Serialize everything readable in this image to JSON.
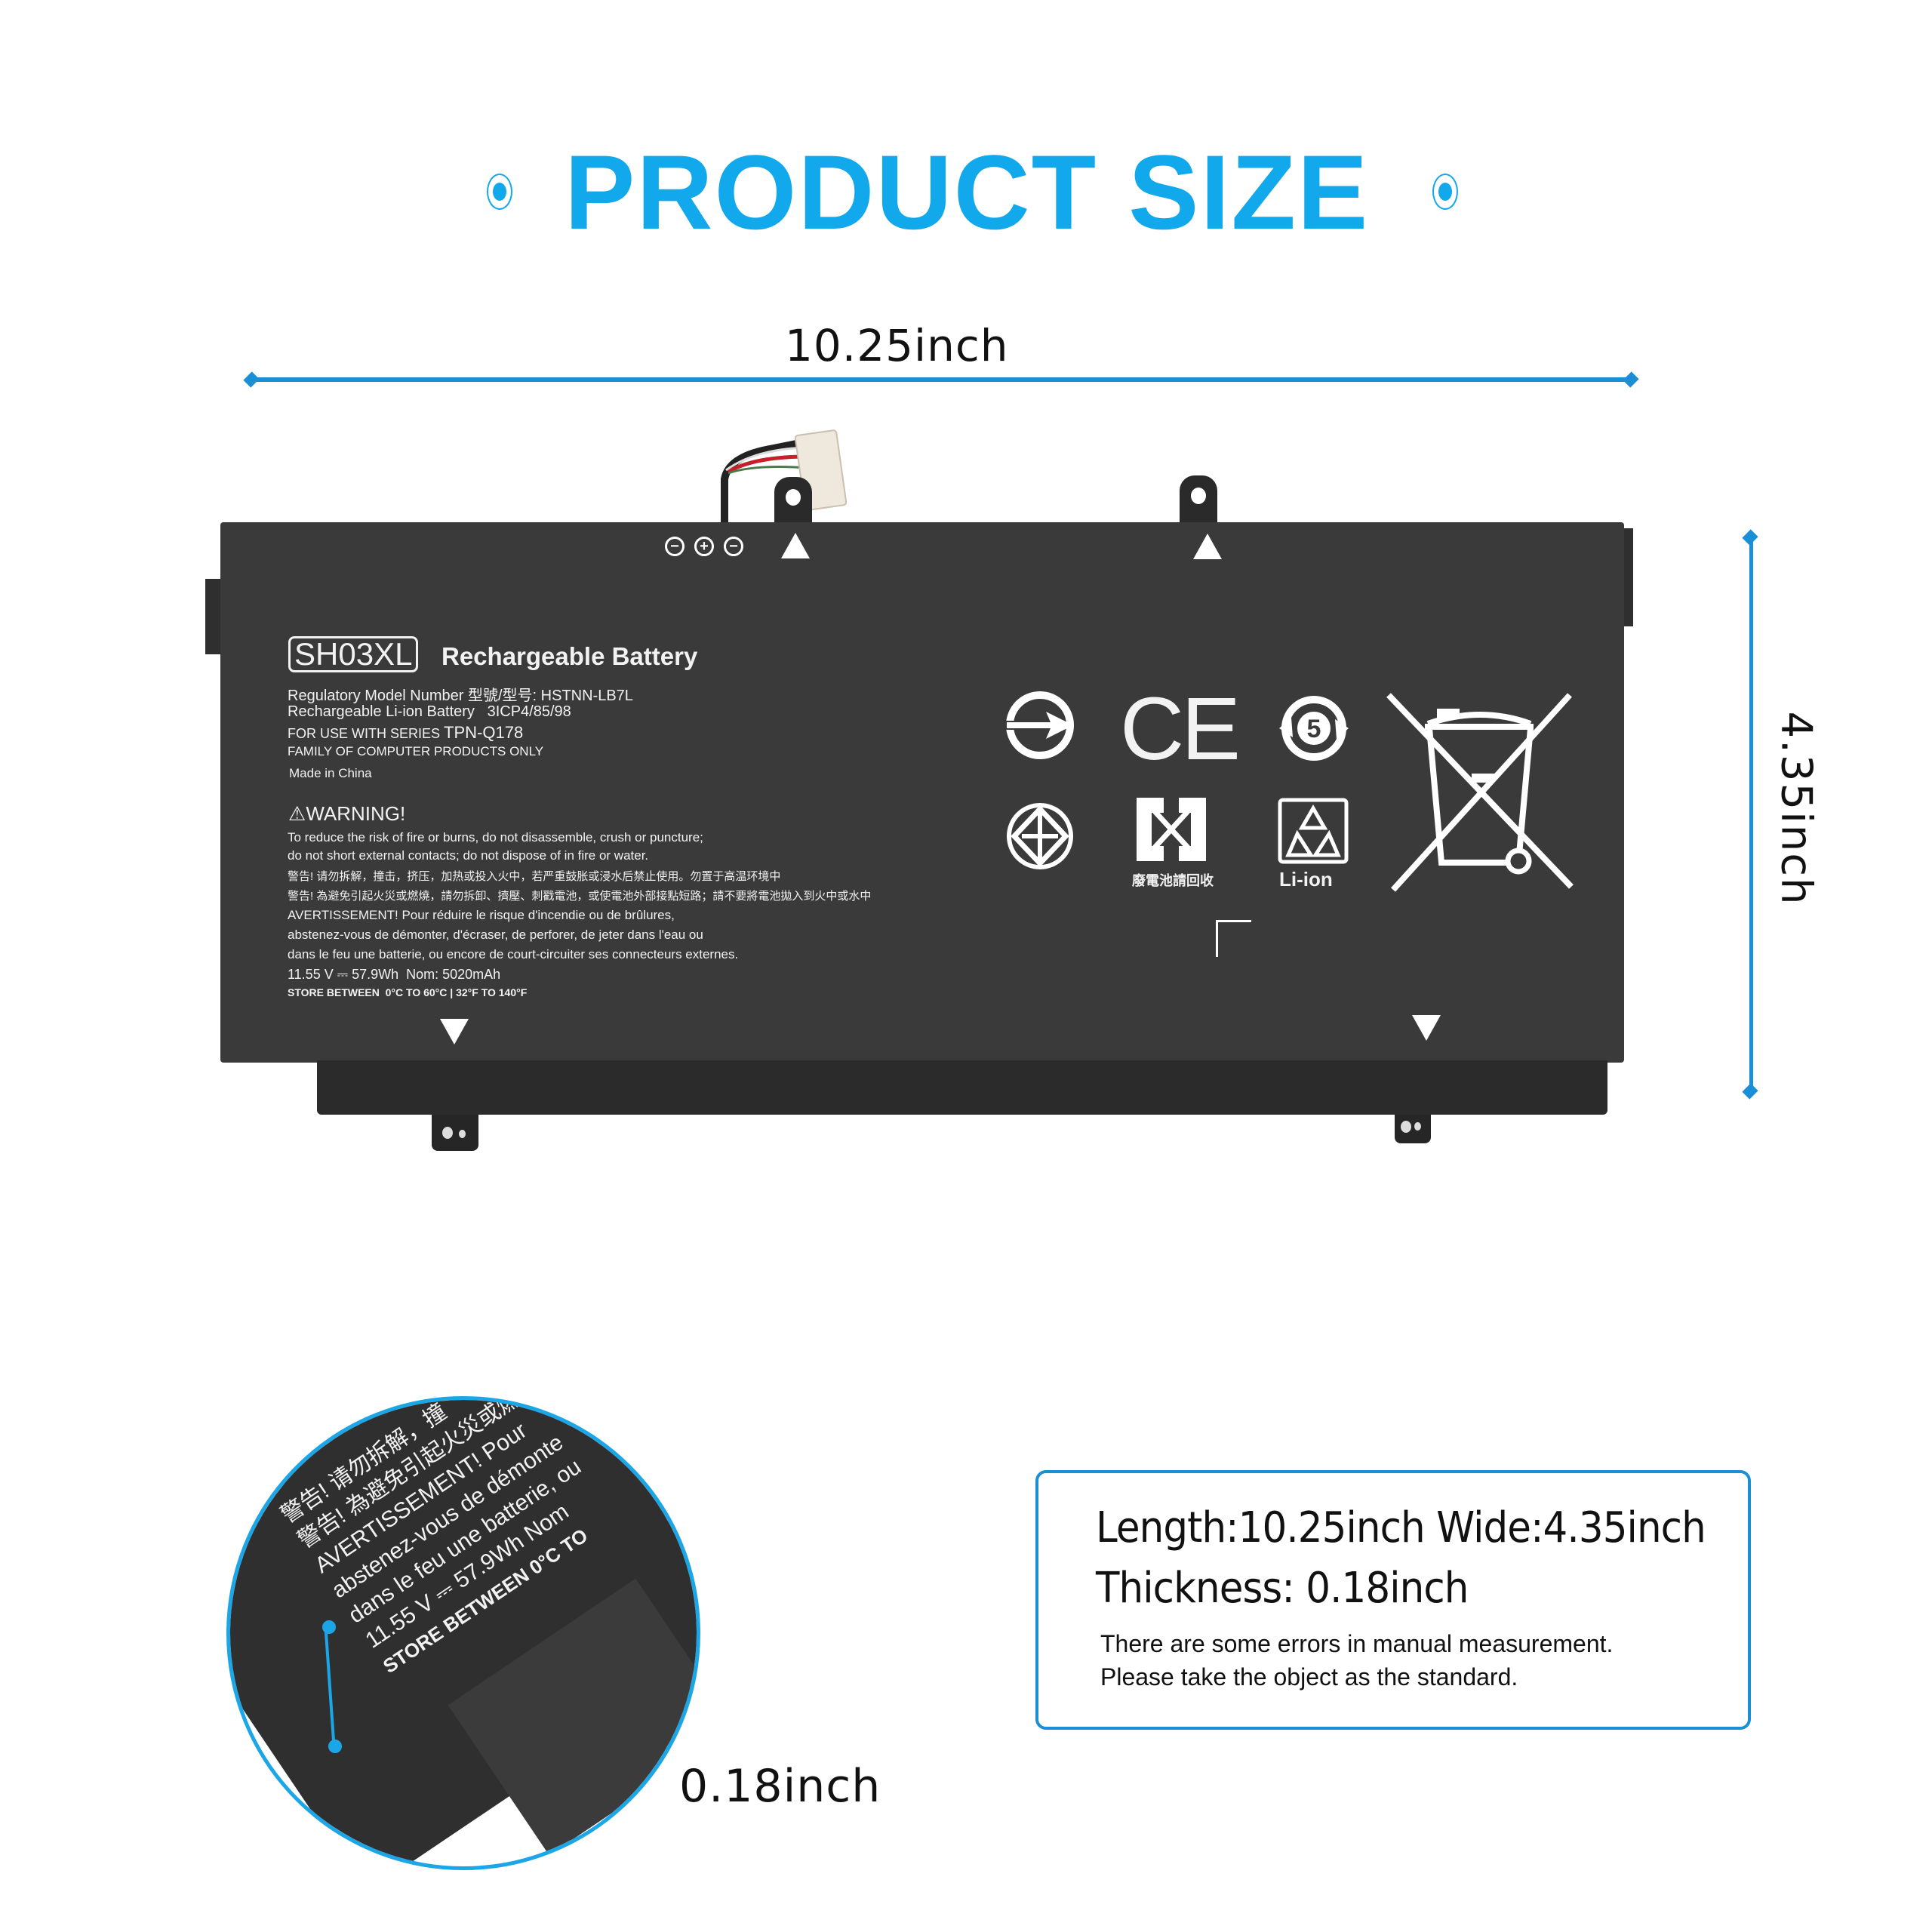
{
  "header": {
    "title": "PRODUCT SIZE",
    "accent_color": "#12a8ec"
  },
  "dimensions": {
    "length_label": "10.25inch",
    "width_label": "4.35inch",
    "thickness_label": "0.18inch"
  },
  "battery_label": {
    "model": "SH03XL",
    "heading": "Rechargeable Battery",
    "lines": [
      "Regulatory Model Number 型號/型号: HSTNN-LB7L",
      "Rechargeable Li-ion Battery   3ICP4/85/98",
      "FOR USE WITH  SERIES",
      "TPN-Q178",
      "FAMILY OF COMPUTER PRODUCTS ONLY",
      "Made in China"
    ],
    "warning_title": "WARNING!",
    "warning_lines": [
      "To reduce the risk of fire or burns, do not disassemble, crush or puncture;",
      "do not short external contacts; do not dispose of in fire or water.",
      "警告! 请勿拆解，撞击，挤压，加热或投入火中，若严重鼓胀或浸水后禁止使用。勿置于高温环境中",
      "警告! 為避免引起火災或燃燒，請勿拆卸、擠壓、刺戳電池，或使電池外部接點短路；請不要將電池拋入到火中或水中",
      "AVERTISSEMENT! Pour réduire le risque d'incendie ou de brûlures,",
      "abstenez-vous de démonter, d'écraser, de perforer, de jeter dans l'eau ou",
      "dans le feu une batterie, ou encore de court-circuiter ses connecteurs externes."
    ],
    "rating": "11.55 V ⎓ 57.9Wh  Nom: 5020mAh",
    "storage": "STORE BETWEEN  0°C TO 60°C | 32°F TO 140°F",
    "terminals": [
      "−",
      "+",
      "−"
    ],
    "recycle_text_tw": "廢電池請回收",
    "liion_text": "Li-ion",
    "ce_text": "CE",
    "rohs_number": "5"
  },
  "info_box": {
    "line1": "Length:10.25inch Wide:4.35inch",
    "line2": "Thickness: 0.18inch",
    "note1": "There are some errors in manual measurement.",
    "note2": "Please take the object as the standard."
  },
  "inset": {
    "lines": [
      "警告! 请勿拆解，撞",
      "警告! 為避免引起火災或燃",
      "AVERTISSEMENT! Pour",
      "abstenez-vous de démonte",
      "dans le feu une batterie, ou",
      "11.55 V ⎓ 57.9Wh  Nom",
      "STORE BETWEEN  0°C TO"
    ]
  }
}
